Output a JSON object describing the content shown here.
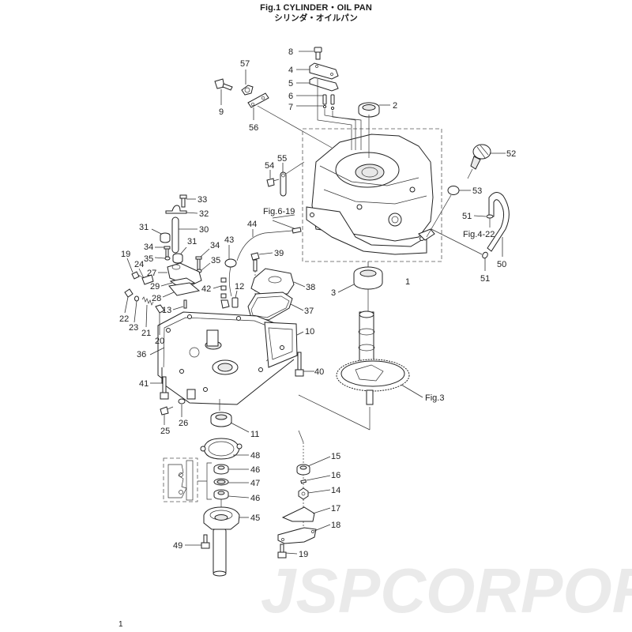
{
  "title": {
    "en": "Fig.1  CYLINDER・OIL PAN",
    "ja": "シリンダ・オイルパン"
  },
  "watermark": "JSPCORPORATION",
  "page_number": "1",
  "references": {
    "fig6_19": "Fig.6-19",
    "fig4_22": "Fig.4-22",
    "fig3": "Fig.3"
  },
  "callouts": {
    "c1": "1",
    "c2": "2",
    "c3": "3",
    "c4": "4",
    "c5": "5",
    "c6": "6",
    "c7": "7",
    "c8": "8",
    "c9": "9",
    "c10": "10",
    "c11": "11",
    "c12": "12",
    "c13": "13",
    "c14": "14",
    "c15": "15",
    "c16": "16",
    "c17": "17",
    "c18": "18",
    "c19a": "19",
    "c19b": "19",
    "c20": "20",
    "c21": "21",
    "c22": "22",
    "c23": "23",
    "c24": "24",
    "c25": "25",
    "c26": "26",
    "c27": "27",
    "c28": "28",
    "c29": "29",
    "c30": "30",
    "c31a": "31",
    "c31b": "31",
    "c32": "32",
    "c33": "33",
    "c34a": "34",
    "c34b": "34",
    "c35a": "35",
    "c35b": "35",
    "c36": "36",
    "c37": "37",
    "c38": "38",
    "c39": "39",
    "c40": "40",
    "c41": "41",
    "c42": "42",
    "c43": "43",
    "c44": "44",
    "c45": "45",
    "c46a": "46",
    "c46b": "46",
    "c47": "47",
    "c48": "48",
    "c49": "49",
    "c50": "50",
    "c51a": "51",
    "c51b": "51",
    "c52": "52",
    "c53": "53",
    "c54": "54",
    "c55": "55",
    "c56": "56",
    "c57": "57"
  },
  "colors": {
    "line": "#222222",
    "watermark": "#d9d9d9",
    "background": "#ffffff"
  }
}
